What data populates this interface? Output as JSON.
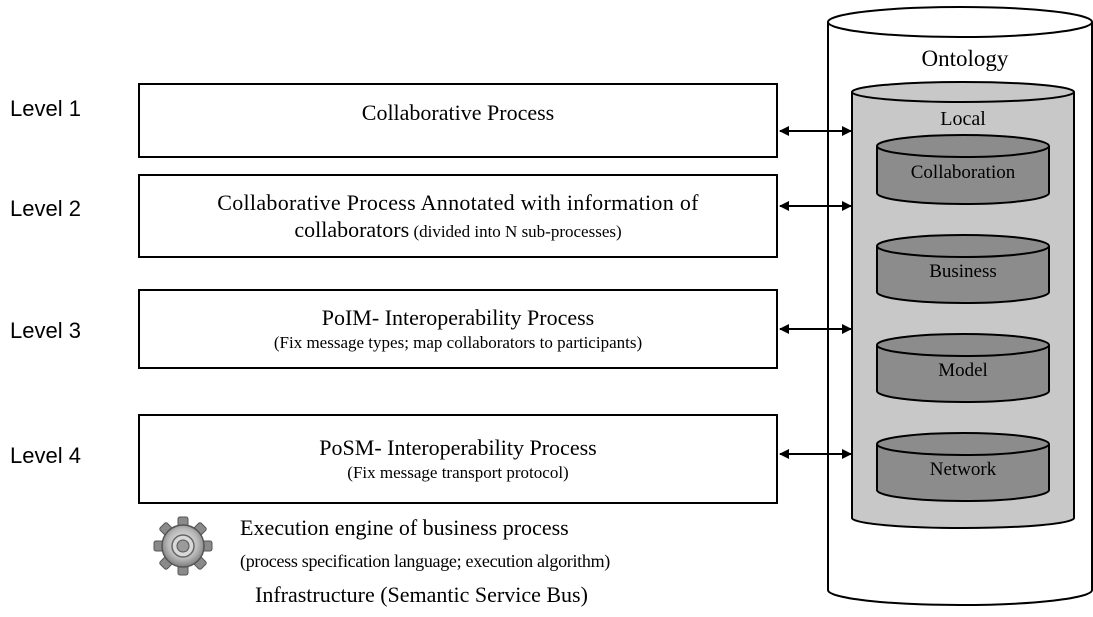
{
  "levels": [
    {
      "label": "Level 1",
      "title": "Collaborative Process",
      "title_line2": "",
      "title_line2_note": "",
      "subtitle": ""
    },
    {
      "label": "Level 2",
      "title": "Collaborative Process Annotated with information of",
      "title_line2": "collaborators",
      "title_line2_note": " (divided into N sub-processes)",
      "subtitle": ""
    },
    {
      "label": "Level 3",
      "title": "PoIM- Interoperability Process",
      "title_line2": "",
      "title_line2_note": "",
      "subtitle": "(Fix message types; map collaborators to participants)"
    },
    {
      "label": "Level 4",
      "title": "PoSM- Interoperability Process",
      "title_line2": "",
      "title_line2_note": "",
      "subtitle": "(Fix message transport protocol)"
    }
  ],
  "ontology": {
    "title": "Ontology",
    "local_label": "Local",
    "databases": [
      "Collaboration",
      "Business",
      "Model",
      "Network"
    ]
  },
  "engine": {
    "title": "Execution engine of business process",
    "subtitle": "(process specification language; execution algorithm)",
    "icon": "gear-icon"
  },
  "infrastructure": "Infrastructure (Semantic Service Bus)",
  "colors": {
    "outer_cylinder": "#ffffff",
    "inner_cylinder": "#c8c8c8",
    "database": "#8c8c8c",
    "stroke": "#000000"
  }
}
